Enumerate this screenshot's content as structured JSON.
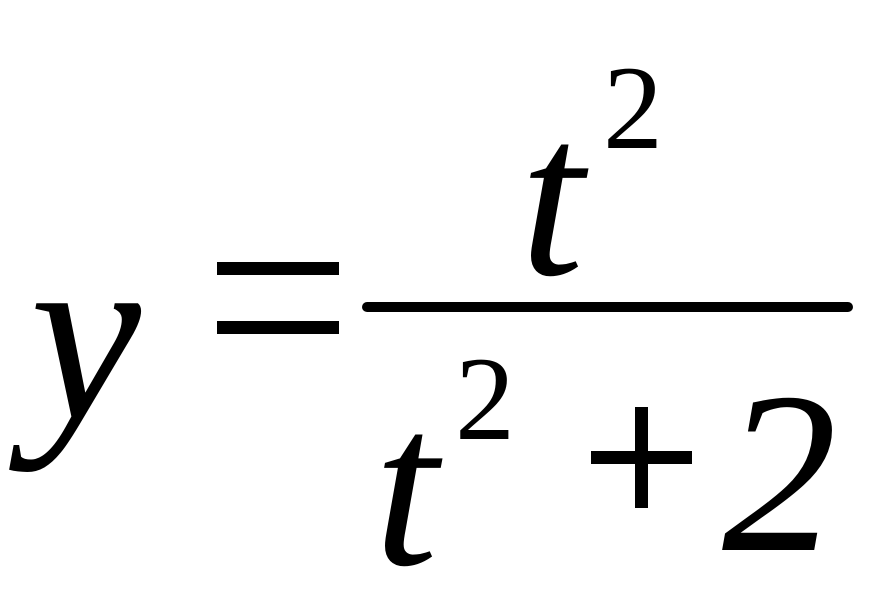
{
  "formula": {
    "lhs": "y",
    "equals": "=",
    "numerator": {
      "base": "t",
      "exponent": "2"
    },
    "denominator": {
      "base": "t",
      "exponent": "2",
      "operator": "+",
      "constant": "2"
    }
  }
}
